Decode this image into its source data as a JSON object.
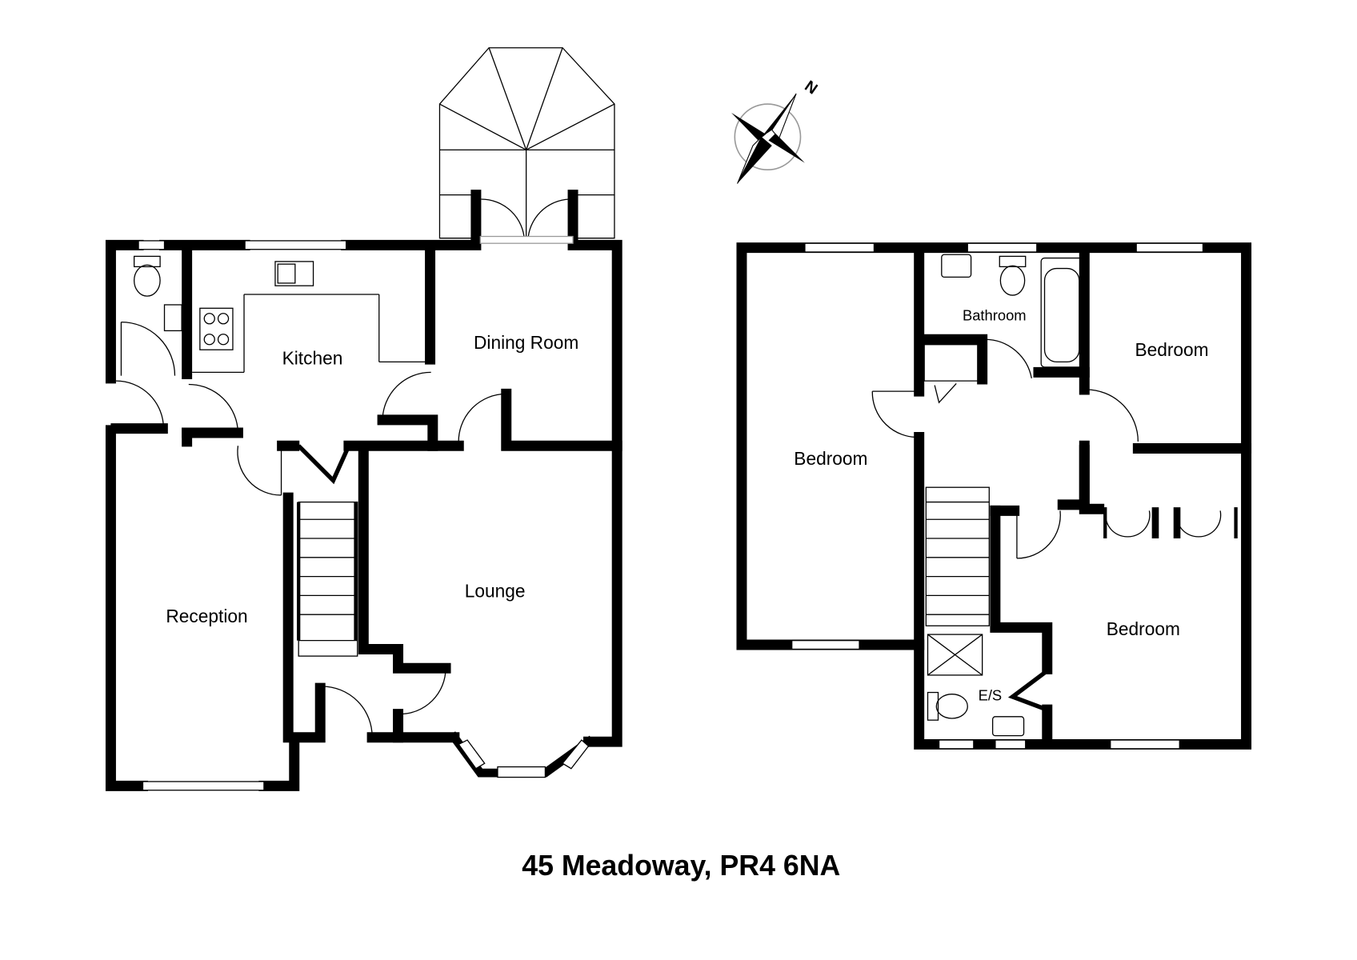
{
  "title": "45 Meadoway, PR4 6NA",
  "compass": {
    "label": "N",
    "icon": "compass-rose-icon"
  },
  "ground_floor": {
    "rooms": [
      "Kitchen",
      "Dining Room",
      "Lounge",
      "Reception"
    ]
  },
  "first_floor": {
    "rooms": [
      "Bedroom",
      "Bathroom",
      "Bedroom",
      "Bedroom",
      "E/S"
    ]
  },
  "colors": {
    "wall": "#000000",
    "background": "#ffffff"
  }
}
